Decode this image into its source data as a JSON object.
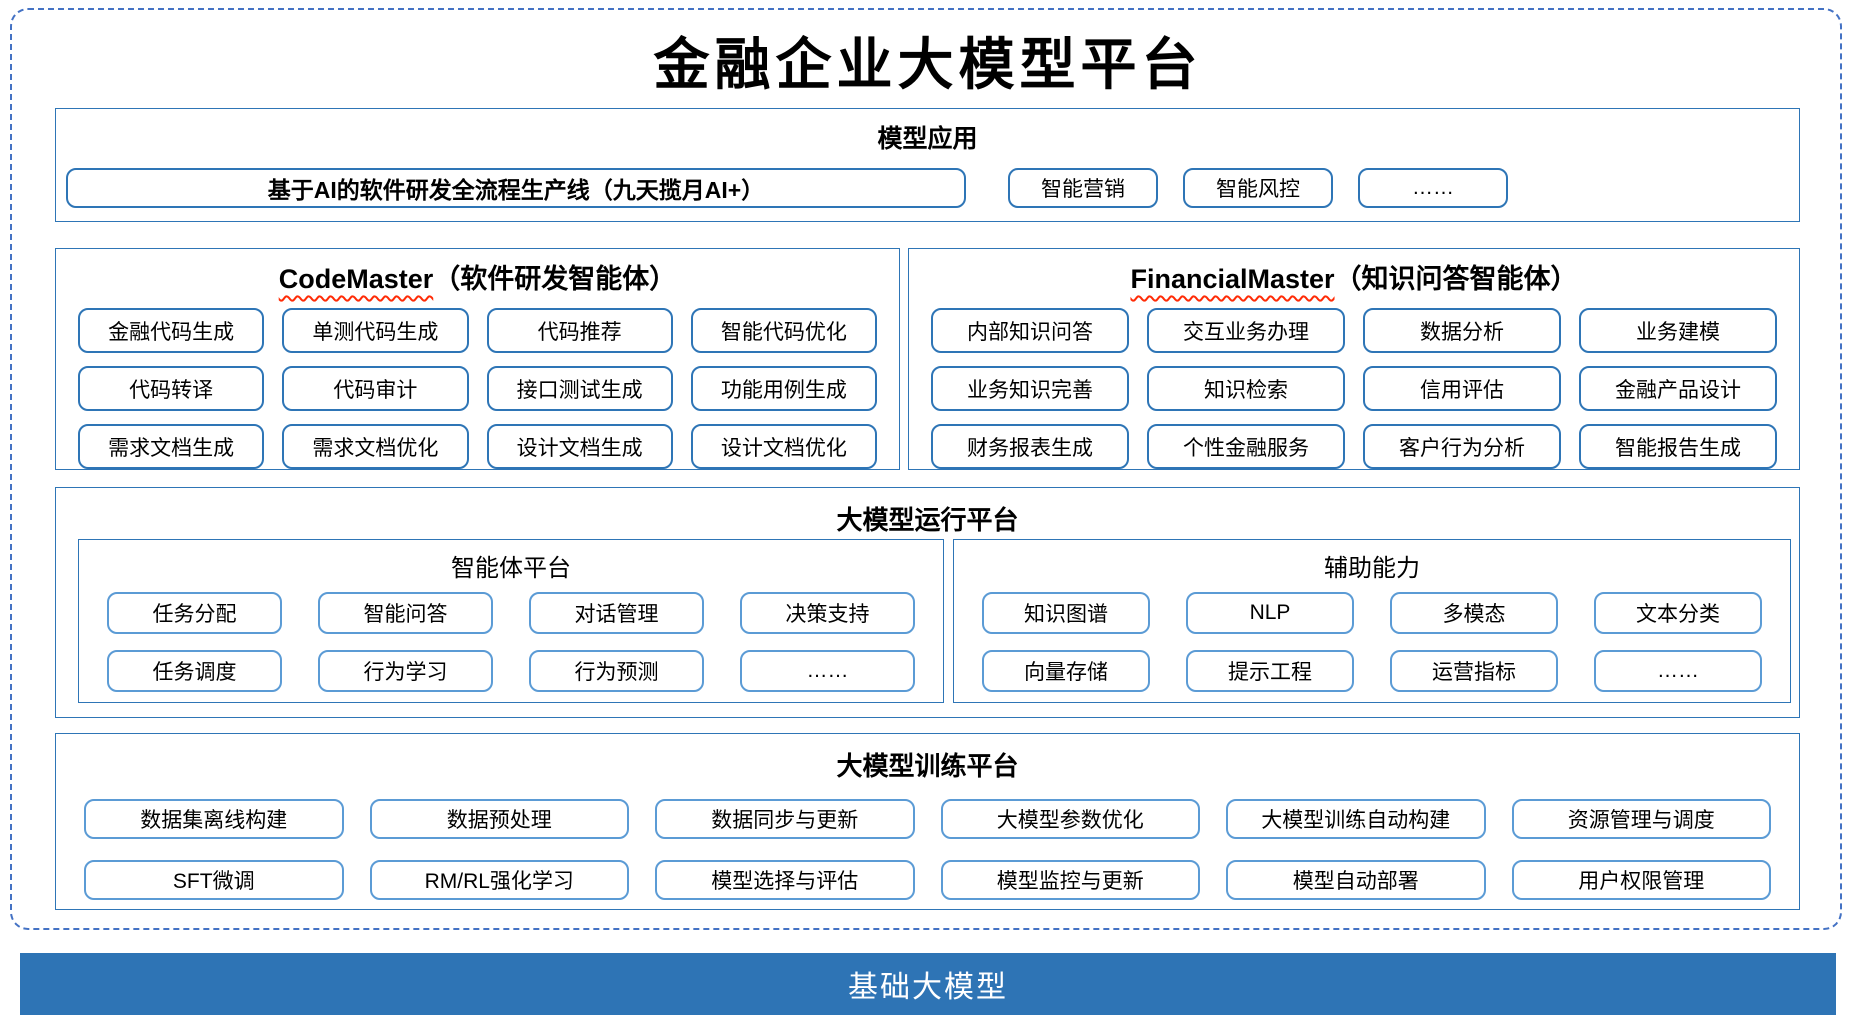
{
  "title": "金融企业大模型平台",
  "model_app": {
    "header": "模型应用",
    "pipeline": "基于AI的软件研发全流程生产线（九天揽月AI+）",
    "items": [
      "智能营销",
      "智能风控",
      "……"
    ]
  },
  "code_master": {
    "name": "CodeMaster",
    "subtitle": "（软件研发智能体）",
    "rows": [
      [
        "金融代码生成",
        "单测代码生成",
        "代码推荐",
        "智能代码优化"
      ],
      [
        "代码转译",
        "代码审计",
        "接口测试生成",
        "功能用例生成"
      ],
      [
        "需求文档生成",
        "需求文档优化",
        "设计文档生成",
        "设计文档优化"
      ]
    ]
  },
  "financial_master": {
    "name": "FinancialMaster",
    "subtitle": "（知识问答智能体）",
    "rows": [
      [
        "内部知识问答",
        "交互业务办理",
        "数据分析",
        "业务建模"
      ],
      [
        "业务知识完善",
        "知识检索",
        "信用评估",
        "金融产品设计"
      ],
      [
        "财务报表生成",
        "个性金融服务",
        "客户行为分析",
        "智能报告生成"
      ]
    ]
  },
  "run_platform": {
    "header": "大模型运行平台",
    "agent_platform": {
      "header": "智能体平台",
      "rows": [
        [
          "任务分配",
          "智能问答",
          "对话管理",
          "决策支持"
        ],
        [
          "任务调度",
          "行为学习",
          "行为预测",
          "……"
        ]
      ]
    },
    "aux_ability": {
      "header": "辅助能力",
      "rows": [
        [
          "知识图谱",
          "NLP",
          "多模态",
          "文本分类"
        ],
        [
          "向量存储",
          "提示工程",
          "运营指标",
          "……"
        ]
      ]
    }
  },
  "train_platform": {
    "header": "大模型训练平台",
    "rows": [
      [
        "数据集离线构建",
        "数据预处理",
        "数据同步与更新",
        "大模型参数优化",
        "大模型训练自动构建",
        "资源管理与调度"
      ],
      [
        "SFT微调",
        "RM/RL强化学习",
        "模型选择与评估",
        "模型监控与更新",
        "模型自动部署",
        "用户权限管理"
      ]
    ]
  },
  "base_model_bar": {
    "label": "基础大模型"
  },
  "colors": {
    "section_border": "#2E75B6",
    "light_button_border": "#5B9BD5",
    "dashed_border": "#4472C4",
    "base_bar_bg": "#2E74B5",
    "wavy_underline": "#FF2B06",
    "text": "#000000"
  }
}
